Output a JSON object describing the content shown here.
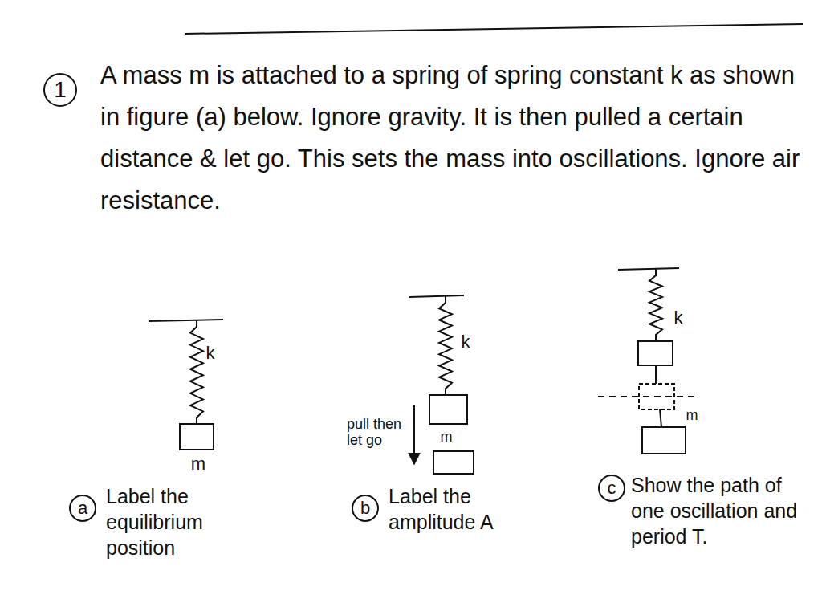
{
  "diagram": {
    "labels": [
      "1",
      "A mass m is attached to a spring of spring constant k as shown in figure (a) below. Ignore gravity. It is then pulled a certain distance & let go. This sets the mass into oscillations. Ignore air resistance.",
      "k",
      "m",
      "k",
      "pull then let go",
      "m",
      "k",
      "m",
      "a",
      "Label the equilibrium position",
      "b",
      "Label the amplitude A",
      "c",
      "Show the path of one oscillation and period T."
    ]
  }
}
